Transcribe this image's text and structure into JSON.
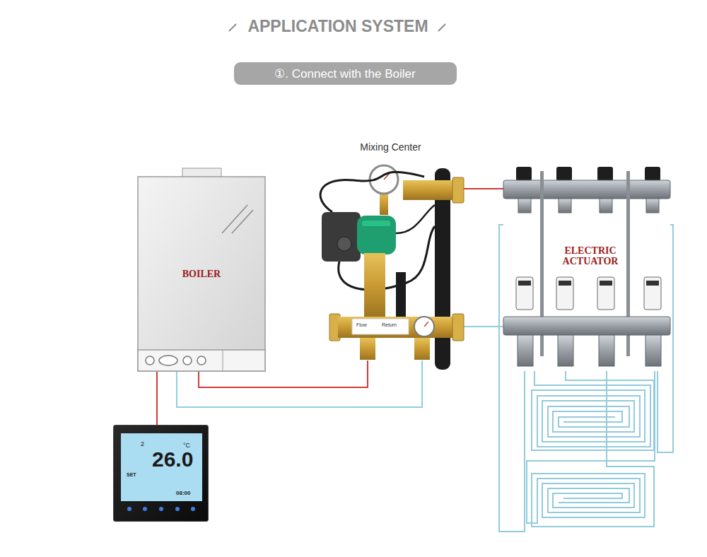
{
  "diagram": {
    "title": "APPLICATION SYSTEM",
    "nodes": [
      {
        "text": [
          "①. Connect with the Boiler"
        ]
      },
      {
        "text": [
          "BOILER"
        ]
      },
      {
        "text": [
          "Mixing Center"
        ]
      },
      {
        "text": [
          "ELECTRIC ACTUATOR"
        ]
      },
      {
        "text": [
          "2",
          "26.0",
          "°C",
          "SET",
          "08:00"
        ]
      }
    ],
    "edges": [
      {
        "from": 1,
        "to": 2,
        "arrow": "none"
      },
      {
        "from": 1,
        "to": 2,
        "arrow": "none"
      },
      {
        "from": 2,
        "to": 3,
        "arrow": "none"
      },
      {
        "from": 2,
        "to": 3,
        "arrow": "none"
      },
      {
        "from": 1,
        "to": 4,
        "arrow": "none"
      }
    ],
    "labels": [
      "Flow",
      "Return"
    ]
  }
}
